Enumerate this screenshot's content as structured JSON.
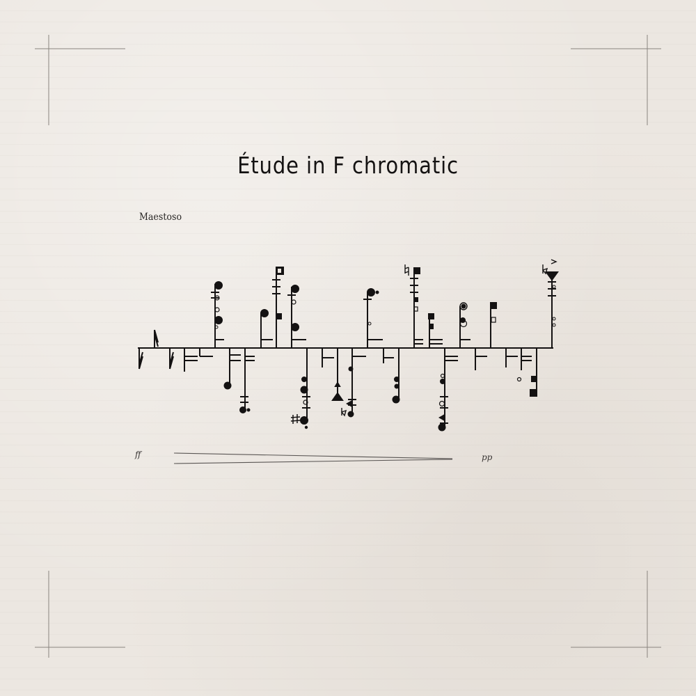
{
  "piece": {
    "title": "Étude in F chromatic",
    "tempo_marking": "Maestoso"
  },
  "dynamics": {
    "start": "ff",
    "end": "pp",
    "hairpin": "decrescendo"
  },
  "colors": {
    "paper": "#ece7e1",
    "ink": "#141212",
    "guide_lines": "#8a847f"
  }
}
